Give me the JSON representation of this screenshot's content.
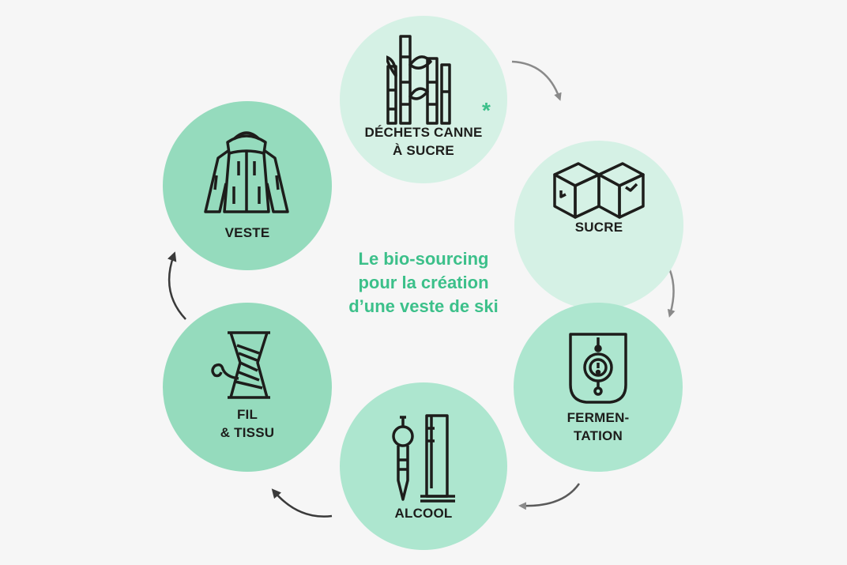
{
  "title_lines": [
    "Le bio-sourcing",
    "pour la création",
    "d’une veste de ski"
  ],
  "steps": [
    {
      "id": "dechets",
      "label_lines": [
        "DÉCHETS CANNE",
        "À SUCRE"
      ],
      "icon": "sugarcane-icon",
      "marker": "*"
    },
    {
      "id": "sucre",
      "label_lines": [
        "SUCRE"
      ],
      "icon": "sugar-cubes-icon"
    },
    {
      "id": "fermentation",
      "label_lines": [
        "FERMEN-",
        "TATION"
      ],
      "icon": "fermentation-tank-icon"
    },
    {
      "id": "alcool",
      "label_lines": [
        "ALCOOL"
      ],
      "icon": "pipette-cylinder-icon"
    },
    {
      "id": "fil",
      "label_lines": [
        "FIL",
        "& TISSU"
      ],
      "icon": "thread-spool-icon"
    },
    {
      "id": "veste",
      "label_lines": [
        "VESTE"
      ],
      "icon": "jacket-icon"
    }
  ],
  "colors": {
    "background": "#f6f6f6",
    "circle_light": "#d5f1e5",
    "circle_mid": "#ade6cf",
    "circle_strong": "#95dbbd",
    "accent": "#3cc08a",
    "text": "#1d1d1b",
    "arrow_light": "#8a8a8a",
    "arrow_dark": "#3a3a3a"
  }
}
